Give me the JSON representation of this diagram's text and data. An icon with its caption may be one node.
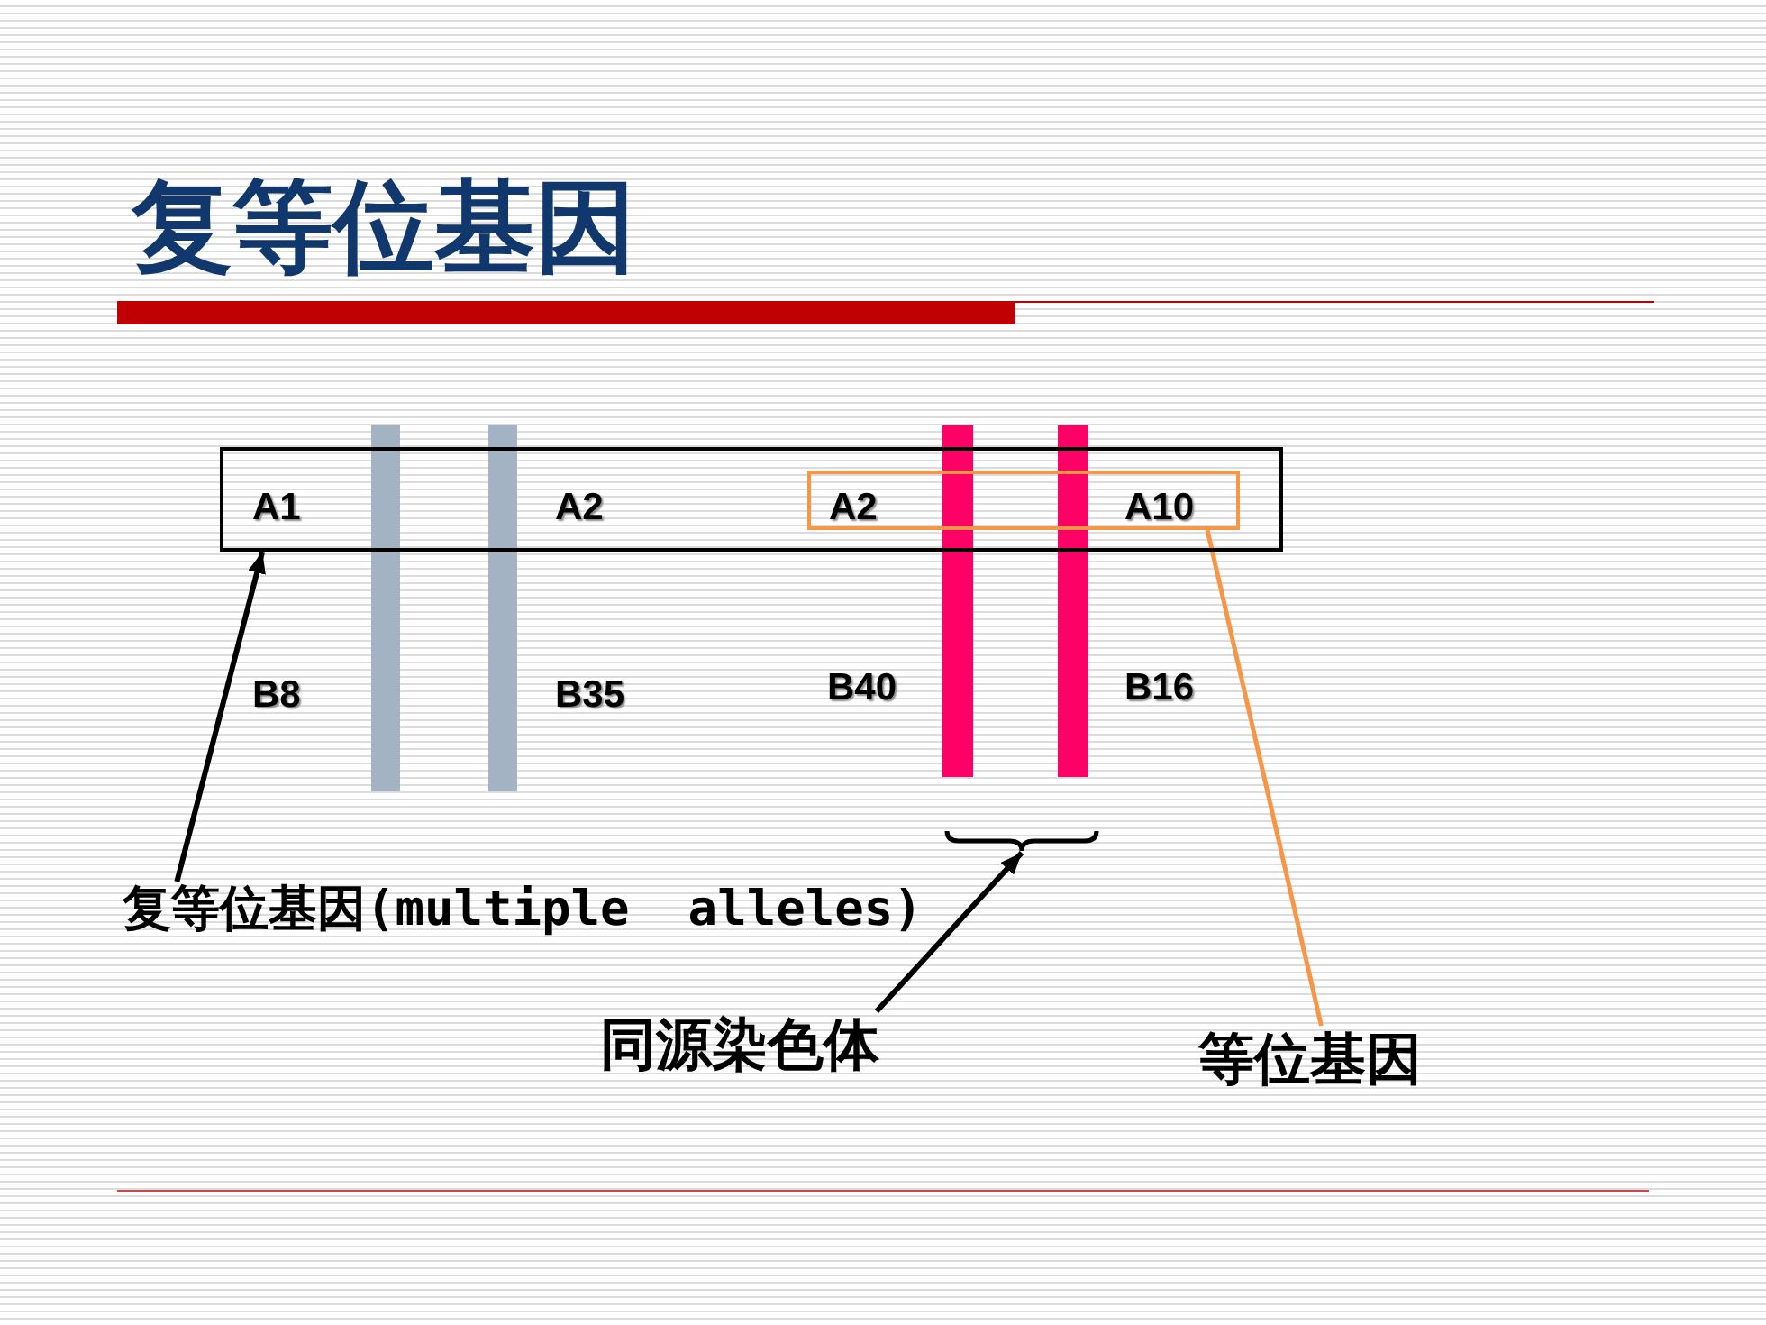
{
  "diagram": {
    "title": "复等位基因",
    "nodes": [
      {
        "text": [],
        "shape": "bar"
      },
      {
        "text": [],
        "shape": "bar"
      },
      {
        "text": [],
        "shape": "bar"
      },
      {
        "text": [],
        "shape": "bar"
      },
      {
        "text": [
          "A1",
          "A2"
        ]
      },
      {
        "text": [
          "A2",
          "A10"
        ],
        "in": 4
      },
      {
        "text": [],
        "shape": "brace"
      },
      {
        "text": [
          "复等位基因(multiple  alleles)"
        ]
      },
      {
        "text": [
          "同源染色体"
        ]
      },
      {
        "text": [
          "等位基因"
        ]
      }
    ],
    "edges": [
      {
        "from": 7,
        "to": 4,
        "arrow": "to"
      },
      {
        "from": 8,
        "to": 6,
        "arrow": "to"
      },
      {
        "from": 9,
        "to": 5,
        "arrow": "none",
        "color": "#f79646"
      }
    ],
    "labels": [
      "B8",
      "B35",
      "B40",
      "B16"
    ]
  }
}
